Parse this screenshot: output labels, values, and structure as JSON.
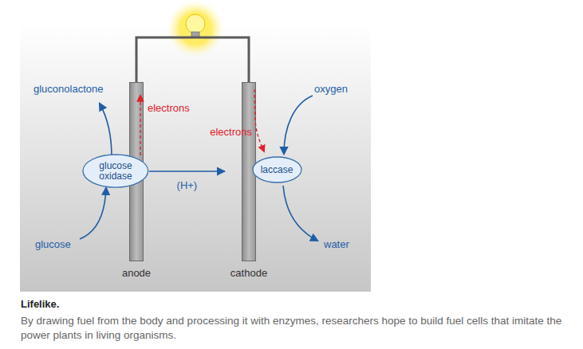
{
  "diagram": {
    "title": "Lifelike.",
    "caption": "By drawing fuel from the body and processing it with enzymes, researchers hope to build fuel cells that imitate the power plants in living organisms.",
    "nodes": [
      {
        "text": [
          "anode"
        ]
      },
      {
        "text": [
          "cathode"
        ]
      },
      {
        "text": [
          "glucose oxidase"
        ]
      },
      {
        "text": [
          "laccase"
        ]
      }
    ],
    "edges": [
      {
        "from": 0,
        "to": 1,
        "arrow": "none"
      },
      {
        "from": 2,
        "to": 1,
        "label": "(H+)",
        "arrow": "to"
      }
    ],
    "labels": [
      "gluconolactone",
      "electrons",
      "electrons",
      "oxygen",
      "glucose",
      "water"
    ]
  }
}
